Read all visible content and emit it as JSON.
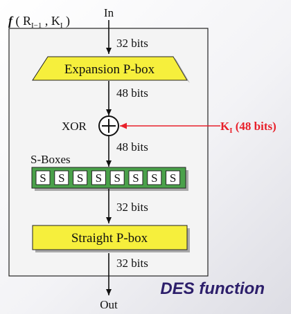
{
  "function_label": {
    "f": "f",
    "open": " ( R",
    "r_sub": "I−1",
    "comma": " , K",
    "k_sub": "I",
    "close": " )"
  },
  "input_label": "In",
  "output_label": "Out",
  "expansion_pbox": "Expansion P-box",
  "xor_label": "XOR",
  "sboxes_label": "S-Boxes",
  "sbox_letters": [
    "S",
    "S",
    "S",
    "S",
    "S",
    "S",
    "S",
    "S"
  ],
  "straight_pbox": "Straight P-box",
  "bits": {
    "in_to_expansion": "32 bits",
    "expansion_to_xor": "48 bits",
    "xor_to_sboxes": "48 bits",
    "sboxes_to_straight": "32 bits",
    "straight_to_out": "32 bits"
  },
  "key_input": {
    "k": "K",
    "sub": "I",
    "rest": " (48 bits)"
  },
  "caption": "DES function",
  "colors": {
    "box_fill": "#f6ef3c",
    "sbox_bar": "#4aa14a",
    "key_arrow": "#e8202a",
    "caption": "#2d1f6b"
  }
}
